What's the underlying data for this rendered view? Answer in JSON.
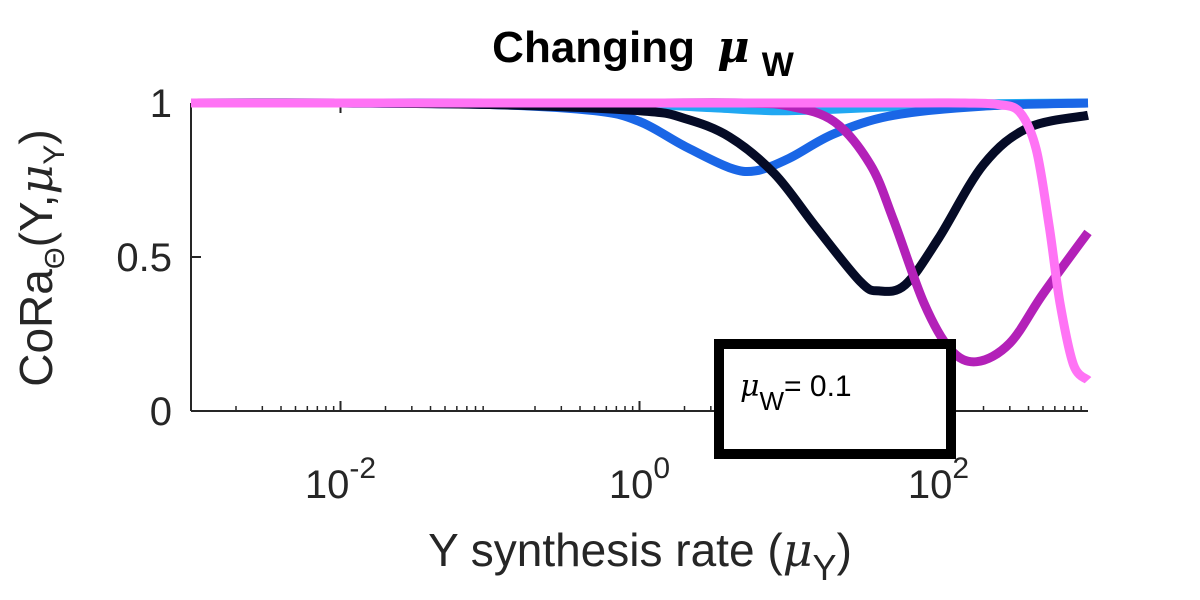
{
  "chart_data": {
    "type": "line",
    "title": "Changing",
    "title_symbol": "μ",
    "title_subscript": "W",
    "xlabel": "Y synthesis rate (",
    "xlabel_symbol": "μ",
    "xlabel_subscript": "Y",
    "xlabel_close": ")",
    "ylabel": "CoRa",
    "ylabel_sub": "Θ",
    "ylabel_args": "(Y,",
    "ylabel_symbol": "μ",
    "ylabel_arg_sub": "Y",
    "ylabel_close": ")",
    "x_scale": "log",
    "xlim": [
      0.001,
      1000
    ],
    "ylim": [
      0,
      1
    ],
    "x_ticks": [
      {
        "value": 0.01,
        "base": "10",
        "exp": "-2"
      },
      {
        "value": 1,
        "base": "10",
        "exp": "0"
      },
      {
        "value": 100,
        "base": "10",
        "exp": "2"
      }
    ],
    "y_ticks": [
      {
        "value": 0,
        "label": "0"
      },
      {
        "value": 0.5,
        "label": "0.5"
      },
      {
        "value": 1,
        "label": "1"
      }
    ],
    "grid": false,
    "legend": {
      "symbol": "μ",
      "subscript": "W",
      "text": "= 0.1",
      "placement": "lower-center"
    },
    "series": [
      {
        "color": "#21a8f2",
        "x": [
          0.001,
          0.01,
          0.1,
          1,
          3,
          8,
          20,
          60,
          200,
          1000
        ],
        "y": [
          1,
          1,
          1,
          0.995,
          0.985,
          0.975,
          0.98,
          0.99,
          0.997,
          1
        ]
      },
      {
        "color": "#1a66e6",
        "x": [
          0.001,
          0.01,
          0.1,
          0.5,
          1,
          2,
          4,
          6,
          10,
          20,
          50,
          200,
          1000
        ],
        "y": [
          1,
          1,
          0.995,
          0.975,
          0.94,
          0.86,
          0.79,
          0.78,
          0.82,
          0.9,
          0.96,
          0.99,
          1
        ]
      },
      {
        "color": "#050b26",
        "x": [
          0.001,
          0.01,
          0.1,
          1,
          2,
          4,
          8,
          15,
          30,
          40,
          60,
          100,
          200,
          400,
          1000
        ],
        "y": [
          1,
          1,
          0.995,
          0.975,
          0.95,
          0.89,
          0.77,
          0.6,
          0.42,
          0.39,
          0.41,
          0.56,
          0.8,
          0.92,
          0.96
        ]
      },
      {
        "color": "#b321b8",
        "x": [
          0.001,
          0.1,
          1,
          5,
          10,
          20,
          35,
          50,
          80,
          120,
          180,
          300,
          500,
          1000
        ],
        "y": [
          1,
          1,
          1,
          1,
          0.99,
          0.94,
          0.8,
          0.62,
          0.35,
          0.2,
          0.16,
          0.22,
          0.38,
          0.58
        ]
      },
      {
        "color": "#ff73f5",
        "x": [
          0.001,
          1,
          50,
          150,
          250,
          350,
          450,
          550,
          650,
          800,
          1000
        ],
        "y": [
          1,
          1,
          1,
          1,
          0.995,
          0.97,
          0.85,
          0.6,
          0.35,
          0.15,
          0.1
        ]
      }
    ]
  }
}
